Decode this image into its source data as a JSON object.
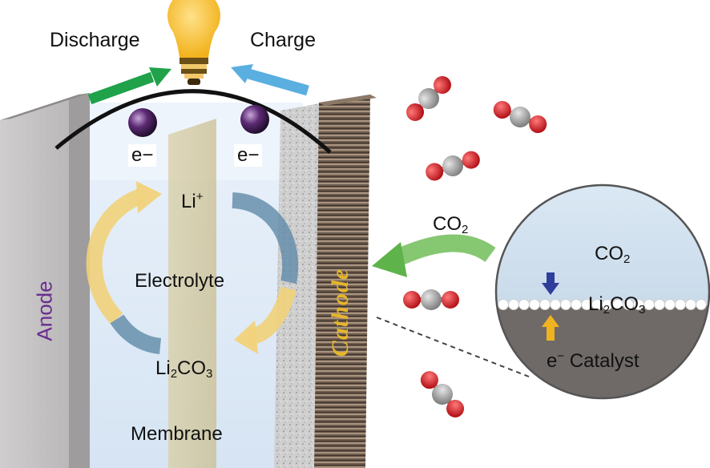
{
  "labels": {
    "discharge": "Discharge",
    "charge": "Charge",
    "electron_left": "e−",
    "electron_right": "e−",
    "li_ion": "Li",
    "li_ion_charge": "+",
    "electrolyte": "Electrolyte",
    "li2co3_cell_a": "Li",
    "li2co3_cell_sub1": "2",
    "li2co3_cell_b": "CO",
    "li2co3_cell_sub2": "3",
    "membrane": "Membrane",
    "anode": "Anode",
    "cathode": "Cathode",
    "co2_arrow_a": "CO",
    "co2_arrow_sub": "2",
    "inset_co2_a": "CO",
    "inset_co2_sub": "2",
    "inset_li2co3_a": "Li",
    "inset_li2co3_sub1": "2",
    "inset_li2co3_b": "CO",
    "inset_li2co3_sub2": "3",
    "inset_electron": "e",
    "inset_electron_sup": "−",
    "inset_catalyst": "Catalyst"
  },
  "colors": {
    "discharge_arrow": "#1fa24a",
    "charge_arrow": "#5aaee0",
    "anode_text": "#6a2c8e",
    "cathode_text": "#e6b52c",
    "oxygen_atom": "#d9161e",
    "carbon_atom": "#8a8a8a"
  }
}
